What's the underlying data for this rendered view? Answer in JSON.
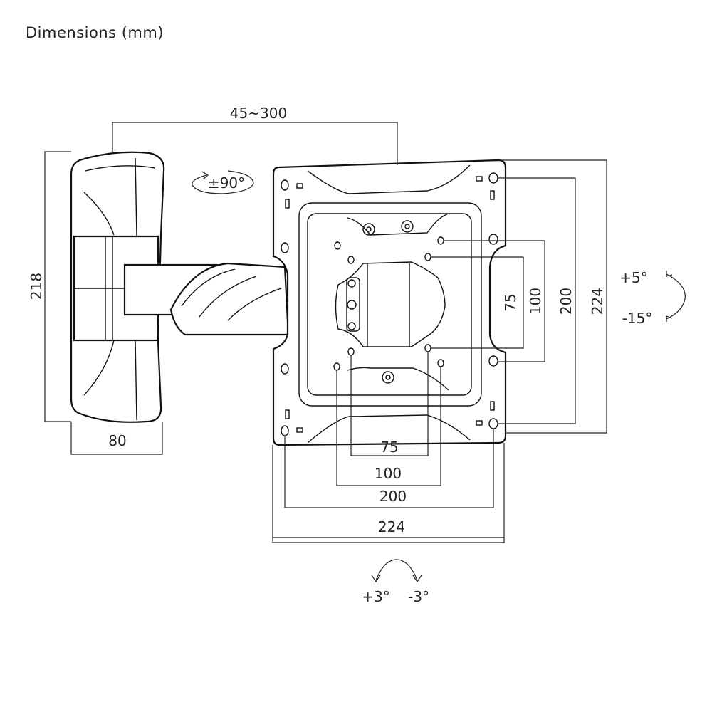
{
  "title": "Dimensions (mm)",
  "dimensions": {
    "arm_extension": "45~300",
    "wall_plate_height": "218",
    "wall_plate_width": "80",
    "vesa_75_vertical": "75",
    "vesa_100_vertical": "100",
    "vesa_200_vertical": "200",
    "plate_224_vertical": "224",
    "vesa_75_horizontal": "75",
    "vesa_100_horizontal": "100",
    "vesa_200_horizontal": "200",
    "plate_224_horizontal": "224"
  },
  "rotation": {
    "swivel": "±90°",
    "tilt_up": "+5°",
    "tilt_down": "-15°",
    "level_plus": "+3°",
    "level_minus": "-3°"
  }
}
